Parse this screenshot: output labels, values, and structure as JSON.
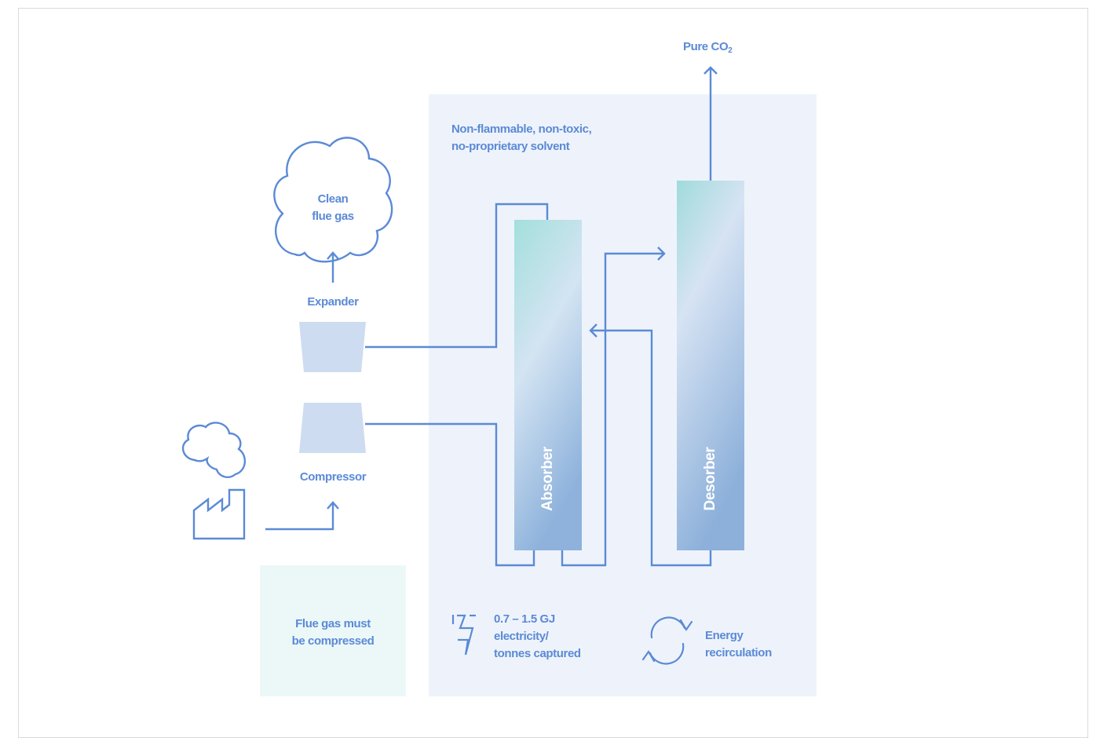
{
  "labels": {
    "pure_co2": "Pure CO",
    "pure_co2_sub": "2",
    "solvent_line1": "Non-flammable, non-toxic,",
    "solvent_line2": "no-proprietary solvent",
    "clean_line1": "Clean",
    "clean_line2": "flue gas",
    "expander": "Expander",
    "compressor": "Compressor",
    "absorber": "Absorber",
    "desorber": "Desorber",
    "note_line1": "Flue gas must",
    "note_line2": "be compressed",
    "energy_line1": "0.7 – 1.5 GJ",
    "energy_line2": "electricity/",
    "energy_line3": "tonnes captured",
    "recirc_line1": "Energy",
    "recirc_line2": "recirculation"
  },
  "colors": {
    "line": "#5b8ad6",
    "panel": "#eef3fb",
    "note_box": "#ecf8f8",
    "column_top": "#9fdcdc",
    "column_bottom": "#8fb4dc"
  },
  "icons": [
    "cloud-icon",
    "small-cloud-icon",
    "factory-icon",
    "lightning-icon",
    "recycle-icon"
  ]
}
